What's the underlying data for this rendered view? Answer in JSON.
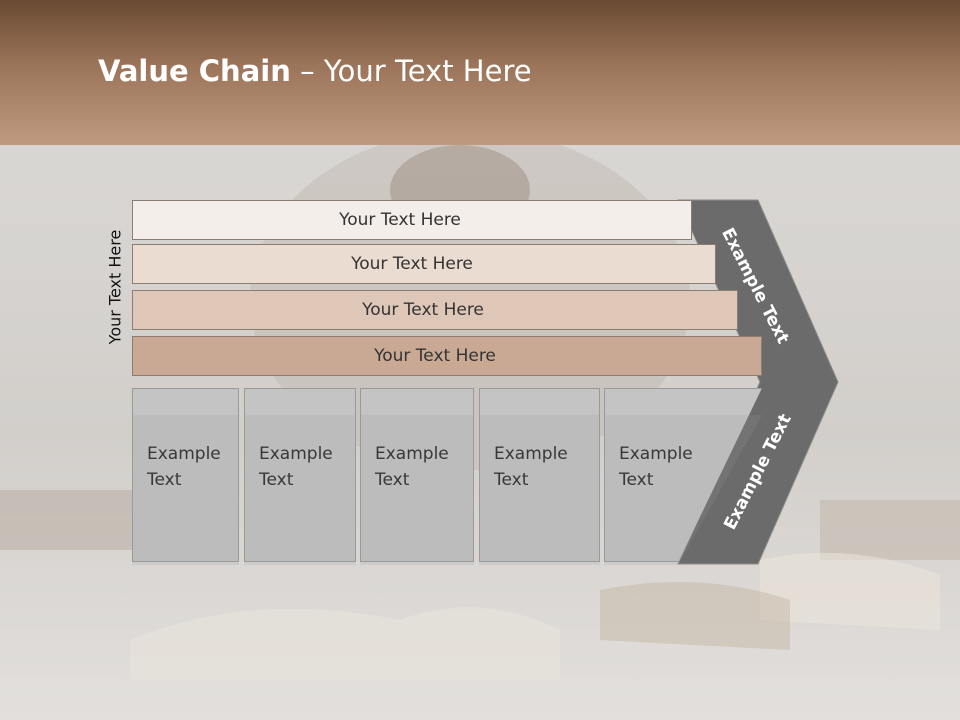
{
  "header": {
    "title_bold": "Value Chain",
    "title_sep": " – ",
    "title_rest": "Your Text Here"
  },
  "side_label": "Your Text Here",
  "bars": [
    {
      "label": "Your Text Here",
      "color": "#f4eeea"
    },
    {
      "label": "Your Text Here",
      "color": "#ebdcd2"
    },
    {
      "label": "Your Text Here",
      "color": "#dfc7b8"
    },
    {
      "label": "Your Text Here",
      "color": "#c9a994"
    }
  ],
  "boxes": [
    {
      "line1": "Example",
      "line2": "Text"
    },
    {
      "line1": "Example",
      "line2": "Text"
    },
    {
      "line1": "Example",
      "line2": "Text"
    },
    {
      "line1": "Example",
      "line2": "Text"
    },
    {
      "line1": "Example",
      "line2": "Text"
    }
  ],
  "chevron": {
    "upper_label": "Example Text",
    "lower_label": "Example Text",
    "color": "#6b6b6b"
  },
  "colors": {
    "header_dark": "#6a4a33",
    "header_light": "#c09a80",
    "box_gray": "#c4c4c4"
  }
}
